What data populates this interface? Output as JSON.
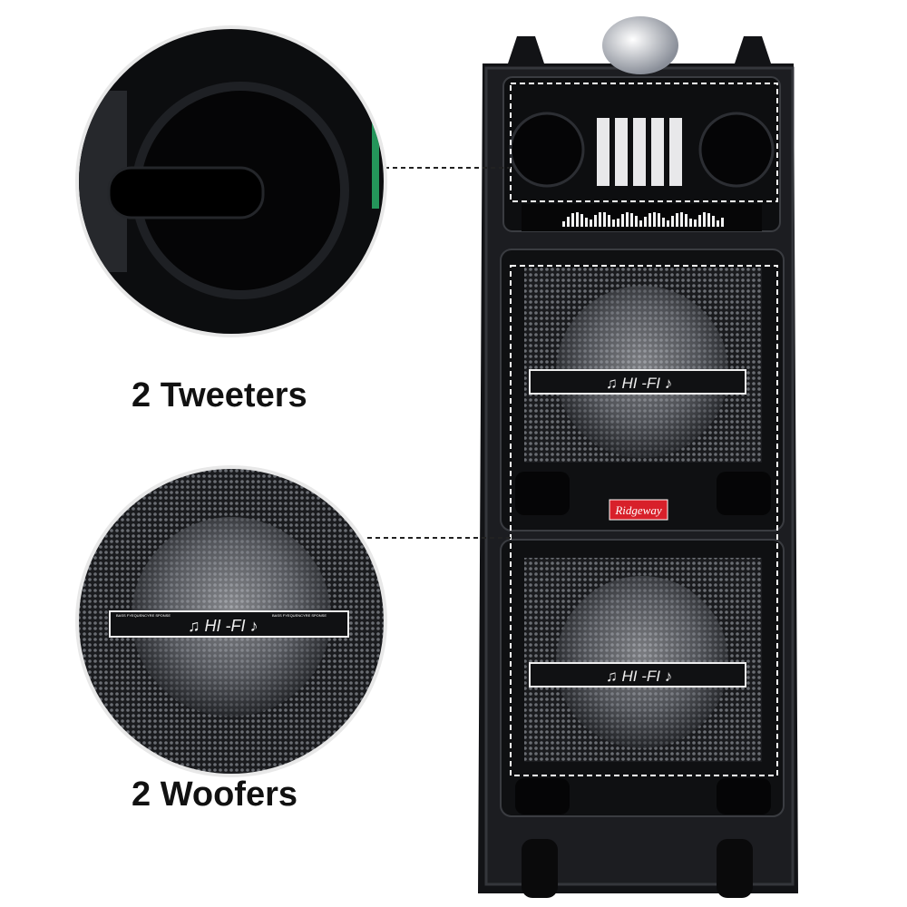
{
  "labels": {
    "tweeters": "2 Tweeters",
    "woofers": "2 Woofers"
  },
  "speaker": {
    "brand": "Ridgeway",
    "badge_text": "♫ HI -FI ♪",
    "eq_caption": "BASS FYEQUENCYRE SPONSE"
  },
  "colors": {
    "body": "#141518",
    "grille": "#2a2c30",
    "brand_red": "#d8202a",
    "background": "#ffffff"
  }
}
